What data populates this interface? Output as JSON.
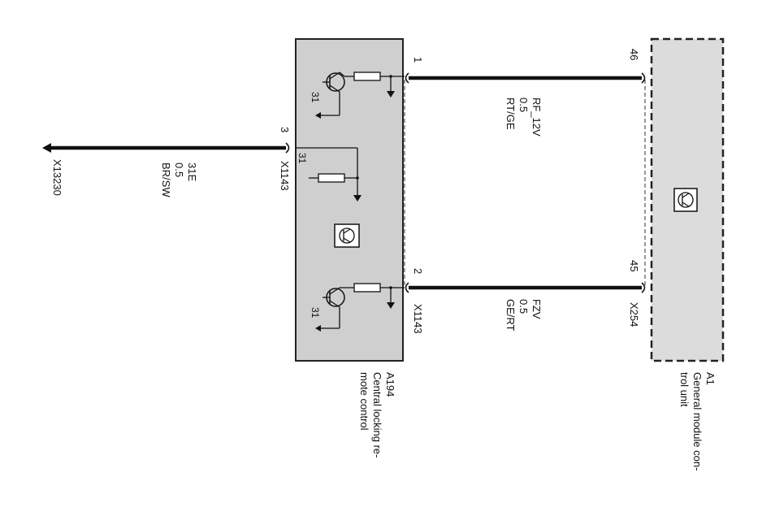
{
  "modules": {
    "a194": {
      "id": "A194",
      "name_line1": "Central locking re-",
      "name_line2": "mote control",
      "fill": "#cfcfcf"
    },
    "a1": {
      "id": "A1",
      "name_line1": "General module con-",
      "name_line2": "trol unit",
      "fill": "#dcdcdc"
    }
  },
  "pins": {
    "a194_p1": "1",
    "a194_p2": "2",
    "a194_p3": "3",
    "a1_p46": "46",
    "a1_p45": "45"
  },
  "connectors": {
    "x1143_left": "X1143",
    "x1143_right": "X1143",
    "x254": "X254",
    "x13230": "X13230"
  },
  "wires": {
    "rf": {
      "signal": "RF_12V",
      "size": "0.5",
      "color": "RT/GE"
    },
    "fzv": {
      "signal": "FZV",
      "size": "0.5",
      "color": "GE/RT"
    },
    "ground": {
      "signal": "31E",
      "size": "0.5",
      "color": "BR/SW"
    }
  },
  "internal_labels": {
    "gnd_top": "31",
    "gnd_mid": "31",
    "gnd_bottom": "31"
  },
  "colors": {
    "line": "#111111",
    "box_stroke": "#222222"
  }
}
